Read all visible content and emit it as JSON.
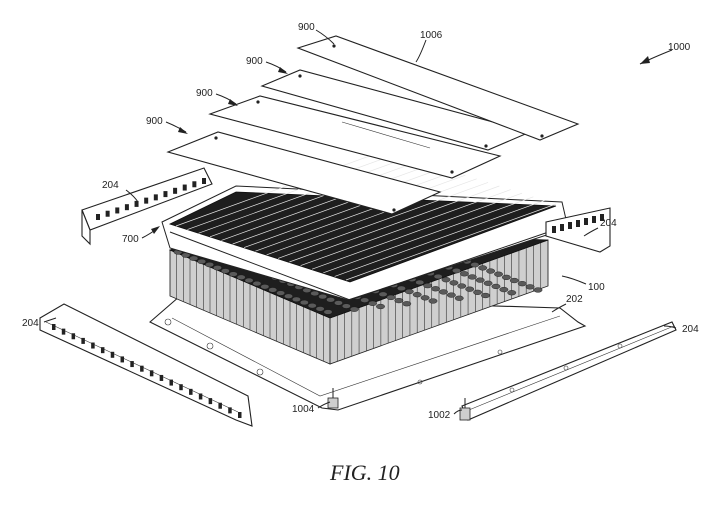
{
  "figure": {
    "caption": "FIG. 10",
    "labels": {
      "assembly": "1000",
      "plate_top": "1006",
      "cover_1": "900",
      "cover_2": "900",
      "cover_3": "900",
      "cover_4": "900",
      "rail_back_left": "204",
      "rail_back_right": "204",
      "rail_front_left": "204",
      "rail_front_right": "204",
      "interconnect": "700",
      "cells": "100",
      "base_plate": "202",
      "fastener_left": "1004",
      "fastener_right": "1002"
    }
  }
}
